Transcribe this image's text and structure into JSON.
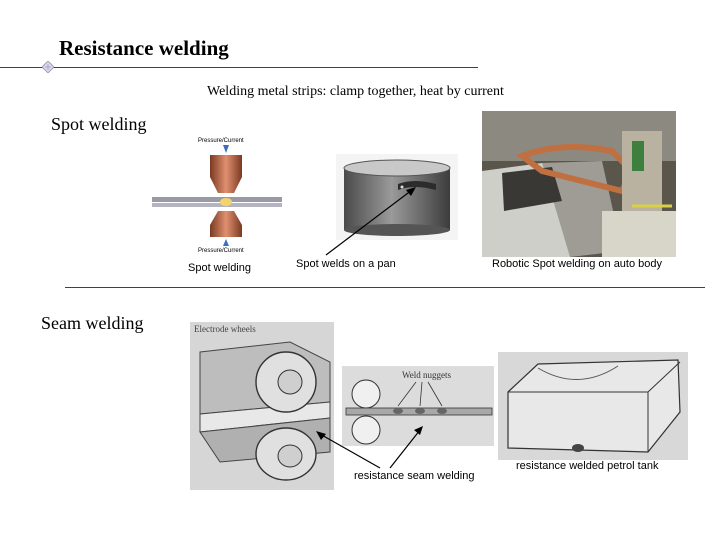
{
  "slide": {
    "title": "Resistance welding",
    "subtitle": "Welding metal strips: clamp together, heat by current"
  },
  "spot": {
    "label": "Spot welding",
    "fig1_top_label": "Pressure/Current",
    "fig1_bottom_label": "Pressure/Current",
    "fig1_caption": "Spot welding",
    "fig2_caption": "Spot welds on a pan",
    "fig3_caption": "Robotic Spot welding on auto body"
  },
  "seam": {
    "label": "Seam welding",
    "wheels_label": "Electrode wheels",
    "nuggets_label": "Weld nuggets",
    "caption_left": "resistance seam welding",
    "caption_right": "resistance welded petrol tank"
  },
  "colors": {
    "accent_line": "#2f3f7f",
    "copper": "#b06040",
    "electrode_arrow": "#3a6fc0"
  }
}
